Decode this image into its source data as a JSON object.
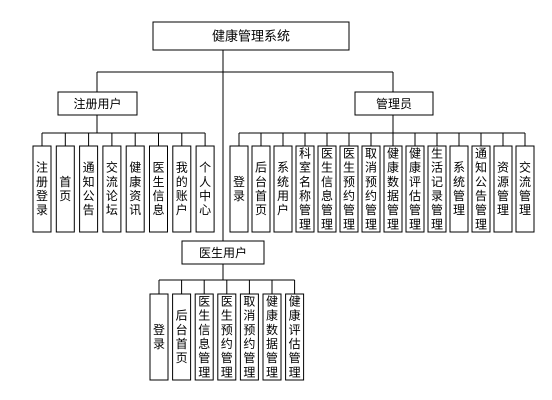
{
  "diagram": {
    "root": {
      "label": "健康管理系统"
    },
    "branches": [
      {
        "key": "registered",
        "label": "注册用户",
        "children": [
          "注册登录",
          "首页",
          "通知公告",
          "交流论坛",
          "健康资讯",
          "医生信息",
          "我的账户",
          "个人中心"
        ]
      },
      {
        "key": "admin",
        "label": "管理员",
        "children": [
          "登录",
          "后台首页",
          "系统用户",
          "科室名称管理",
          "医生信息管理",
          "医生预约管理",
          "取消预约管理",
          "健康数据管理",
          "健康评估管理",
          "生活记录管理",
          "系统管理",
          "通知公告管理",
          "资源管理",
          "交流管理"
        ]
      },
      {
        "key": "doctor",
        "label": "医生用户",
        "children": [
          "登录",
          "后台首页",
          "医生信息管理",
          "医生预约管理",
          "取消预约管理",
          "健康数据管理",
          "健康评估管理"
        ]
      }
    ]
  }
}
